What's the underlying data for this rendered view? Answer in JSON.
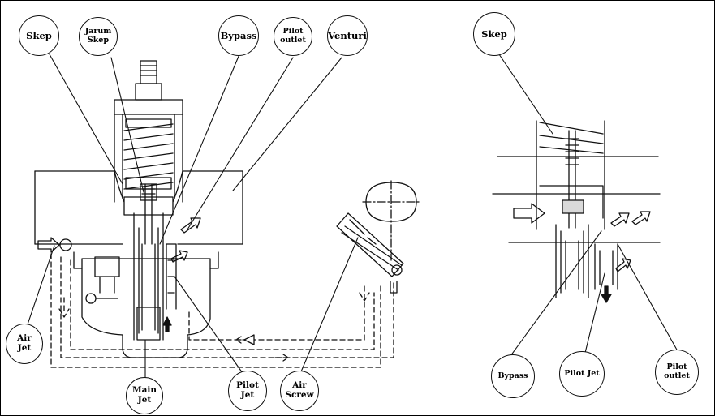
{
  "left_view": {
    "labels": {
      "skep": "Skep",
      "jarum_skep": "Jarum\nSkep",
      "bypass": "Bypass",
      "pilot_outlet": "Pilot\noutlet",
      "venturi": "Venturi",
      "air_jet": "Air\nJet",
      "main_jet": "Main\nJet",
      "pilot_jet": "Pilot\nJet",
      "air_screw": "Air\nScrew"
    }
  },
  "right_view": {
    "labels": {
      "skep": "Skep",
      "bypass": "Bypass",
      "pilot_jet": "Pilot Jet",
      "pilot_outlet": "Pilot\noutlet"
    }
  },
  "colors": {
    "ink": "#111111",
    "paper": "#ffffff",
    "shade": "#d9d9d9"
  }
}
